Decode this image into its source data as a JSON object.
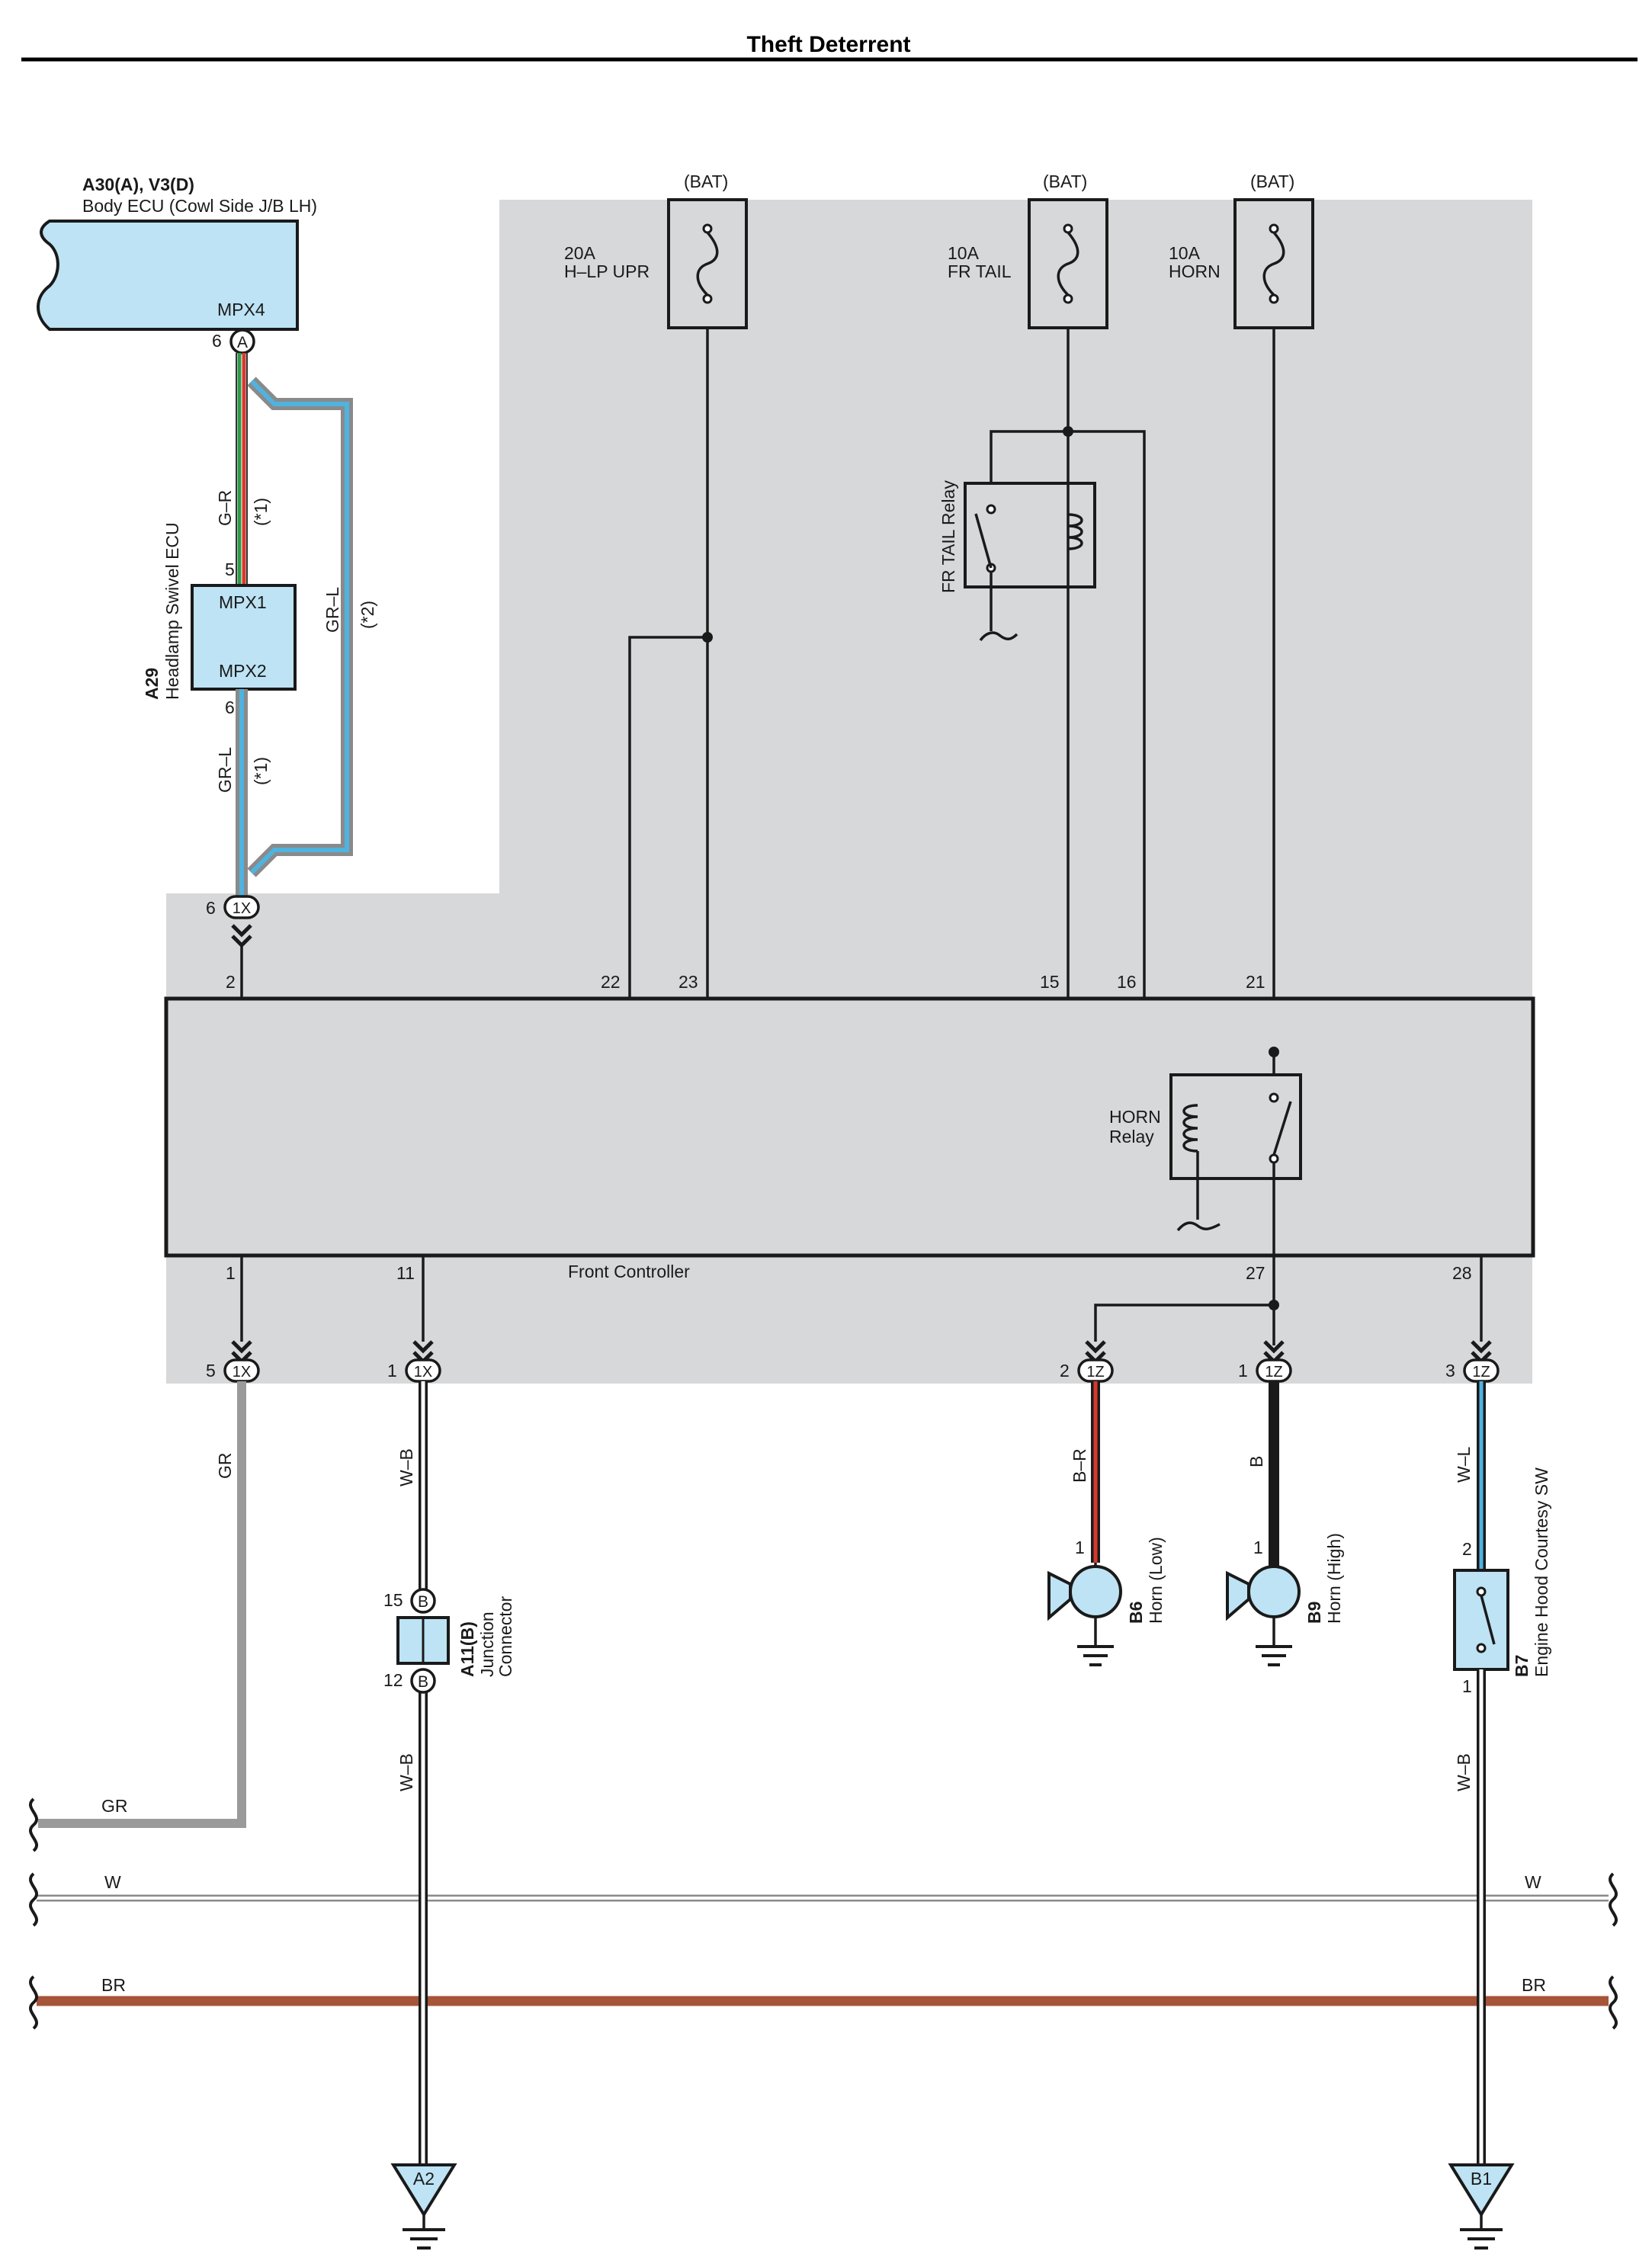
{
  "title": "Theft Deterrent",
  "body_ecu": {
    "code": "A30(A), V3(D)",
    "name": "Body ECU (Cowl Side J/B LH)",
    "terminal": "MPX4",
    "pin": "6",
    "connector": "A"
  },
  "headlamp_ecu": {
    "code": "A29",
    "name": "Headlamp Swivel ECU",
    "terminal_in": "MPX1",
    "terminal_out": "MPX2",
    "pin_in": "5",
    "pin_out": "6"
  },
  "wires_left": {
    "upper_color": "G–R",
    "upper_note": "(*1)",
    "lower_color": "GR–L",
    "lower_note": "(*1)",
    "bypass_color": "GR–L",
    "bypass_note": "(*2)"
  },
  "fuses": [
    {
      "source": "(BAT)",
      "rating": "20A",
      "name": "H–LP UPR"
    },
    {
      "source": "(BAT)",
      "rating": "10A",
      "name": "FR TAIL"
    },
    {
      "source": "(BAT)",
      "rating": "10A",
      "name": "HORN"
    }
  ],
  "fr_tail_relay": "FR TAIL Relay",
  "horn_relay": {
    "line1": "HORN",
    "line2": "Relay"
  },
  "front_controller": {
    "name": "Front Controller",
    "top_pins": [
      "2",
      "22",
      "23",
      "15",
      "16",
      "21"
    ],
    "bottom_pins": [
      "1",
      "11",
      "27",
      "28"
    ]
  },
  "connectors": {
    "upper_1x": {
      "pin": "6",
      "label": "1X"
    },
    "bottom": [
      {
        "pin": "5",
        "label": "1X"
      },
      {
        "pin": "1",
        "label": "1X"
      },
      {
        "pin": "2",
        "label": "1Z"
      },
      {
        "pin": "1",
        "label": "1Z"
      },
      {
        "pin": "3",
        "label": "1Z"
      }
    ]
  },
  "wire_colors": {
    "gr": "GR",
    "wb_upper": "W–B",
    "wb_lower": "W–B",
    "br": "B–R",
    "b": "B",
    "wl": "W–L",
    "wb_right": "W–B"
  },
  "junction": {
    "code": "A11(B)",
    "line1": "Junction",
    "line2": "Connector",
    "pin_top": "15",
    "pin_bottom": "12",
    "connector": "B"
  },
  "horn_low": {
    "code": "B6",
    "name": "Horn (Low)",
    "pin": "1"
  },
  "horn_high": {
    "code": "B9",
    "name": "Horn (High)",
    "pin": "1"
  },
  "courtesy_sw": {
    "code": "B7",
    "name": "Engine Hood Courtesy SW",
    "pin_top": "2",
    "pin_bottom": "1"
  },
  "bus_labels": {
    "gr": "GR",
    "w_left": "W",
    "w_right": "W",
    "br_left": "BR",
    "br_right": "BR"
  },
  "grounds": {
    "left": "A2",
    "right": "B1"
  },
  "colors": {
    "shade": "#d7d8da",
    "ecu_fill": "#bde3f4",
    "green": "#2e9a48",
    "red": "#d43a2f",
    "blue": "#4fb3e0",
    "gray": "#9a9a9a",
    "brown": "#a6543a"
  }
}
